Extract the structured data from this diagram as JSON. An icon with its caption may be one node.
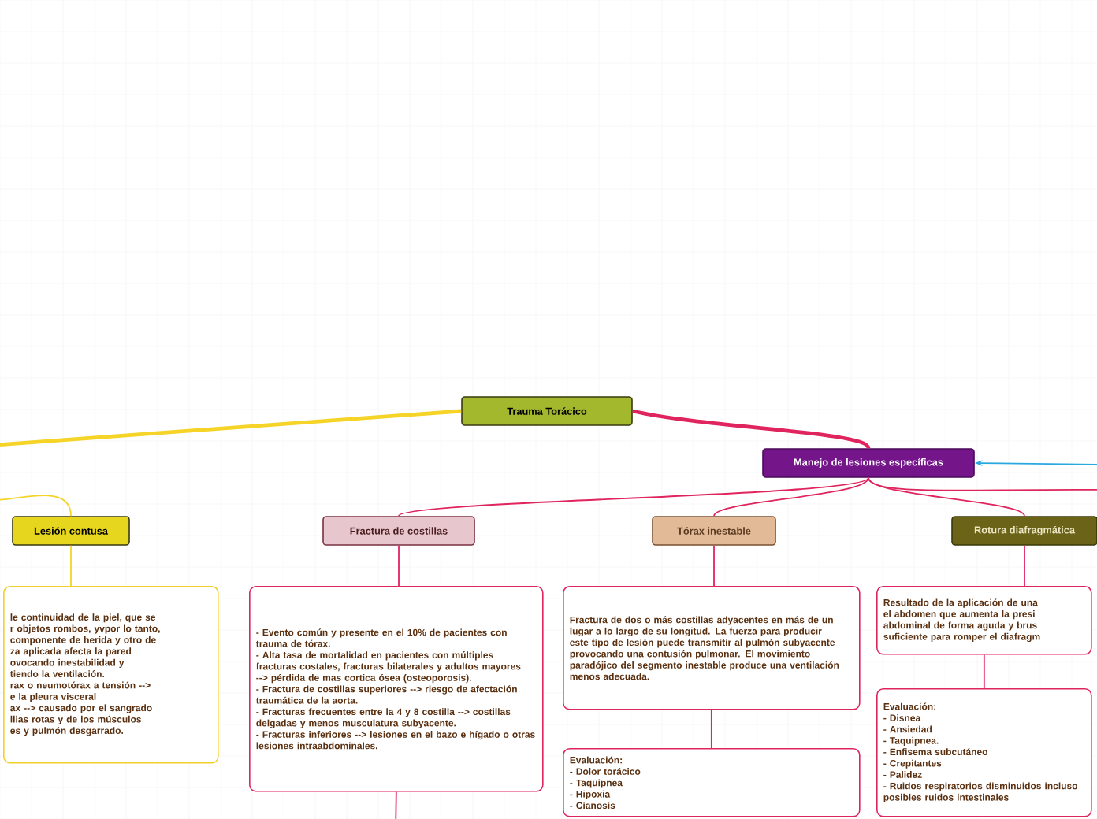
{
  "diagram": {
    "nodes": [
      {
        "text": [
          "Trauma Torácico"
        ]
      },
      {
        "text": [
          "Manejo de lesiones específicas"
        ]
      },
      {
        "text": [
          "Lesión contusa"
        ]
      },
      {
        "text": [
          "le continuidad de la piel, que se",
          "r objetos rombos, yvpor lo tanto,",
          "componente de herida y otro de",
          "za aplicada afecta la pared",
          "ovocando inestabilidad y",
          "tiendo la ventilación.",
          "rax o neumotórax a tensión -->",
          "e la pleura visceral",
          "ax --> causado por el sangrado",
          "llias rotas y de los músculos",
          "es y pulmón desgarrado."
        ]
      },
      {
        "text": [
          "Fractura de costillas"
        ]
      },
      {
        "text": [
          "- Evento común y presente en el 10% de pacientes con trauma de tórax.",
          "- Alta tasa de mortalidad en pacientes con múltiples fracturas costales, fracturas bilaterales y adultos mayores --> pérdida de mas cortica ósea (osteoporosis).",
          "- Fractura de costillas superiores --> riesgo de afectación traumática de la aorta.",
          "- Fracturas frecuentes entre la 4 y 8 costilla --> costillas delgadas y menos musculatura subyacente.",
          "- Fracturas inferiores --> lesiones en el bazo e hígado o otras lesiones intraabdominales."
        ]
      },
      {
        "text": [
          "Tórax inestable"
        ]
      },
      {
        "text": [
          "Fractura de dos o más costillas adyacentes en más de un lugar a lo largo de su longitud. La fuerza para producir este tipo de lesión puede transmitir al pulmón subyacente provocando una contusión pulmonar. El movimiento paradójico del segmento inestable produce una ventilación menos adecuada."
        ]
      },
      {
        "text": [
          "Evaluación:",
          "- Dolor torácico",
          "- Taquipnea",
          "- Hipoxia",
          "- Cianosis"
        ]
      },
      {
        "text": [
          "Rotura diafragmática"
        ]
      },
      {
        "text": [
          "Resultado de la aplicación de una",
          "el abdomen que aumenta la presi",
          "abdominal de forma aguda y brus",
          "suficiente para romper el diafragm"
        ]
      },
      {
        "text": [
          "Evaluación:",
          "- Disnea",
          "- Ansiedad",
          "- Taquipnea.",
          "- Enfisema subcutáneo",
          "- Crepitantes",
          "- Palidez",
          "- Ruidos respiratorios disminuidos incluso posibles ruidos intestinales"
        ]
      }
    ],
    "edges": [
      {
        "from": 0,
        "to": 1,
        "arrow": "none",
        "style": "thick"
      },
      {
        "from": 0,
        "to": null,
        "arrow": "none",
        "style": "thick",
        "color": "#f5d327"
      },
      {
        "from": null,
        "to": 2,
        "arrow": "none",
        "color": "#f5d327"
      },
      {
        "from": 2,
        "to": 3,
        "arrow": "none",
        "color": "#f5d327"
      },
      {
        "from": 1,
        "to": 4,
        "arrow": "none"
      },
      {
        "from": 1,
        "to": 6,
        "arrow": "none"
      },
      {
        "from": 1,
        "to": 9,
        "arrow": "none"
      },
      {
        "from": 1,
        "to": null,
        "arrow": "none"
      },
      {
        "from": null,
        "to": 1,
        "arrow": "to",
        "color": "#29a8e0"
      },
      {
        "from": 4,
        "to": 5,
        "arrow": "none"
      },
      {
        "from": 5,
        "to": null,
        "arrow": "none"
      },
      {
        "from": 6,
        "to": 7,
        "arrow": "none"
      },
      {
        "from": 7,
        "to": 8,
        "arrow": "none"
      },
      {
        "from": 9,
        "to": 10,
        "arrow": "none"
      },
      {
        "from": 10,
        "to": 11,
        "arrow": "none"
      }
    ]
  }
}
